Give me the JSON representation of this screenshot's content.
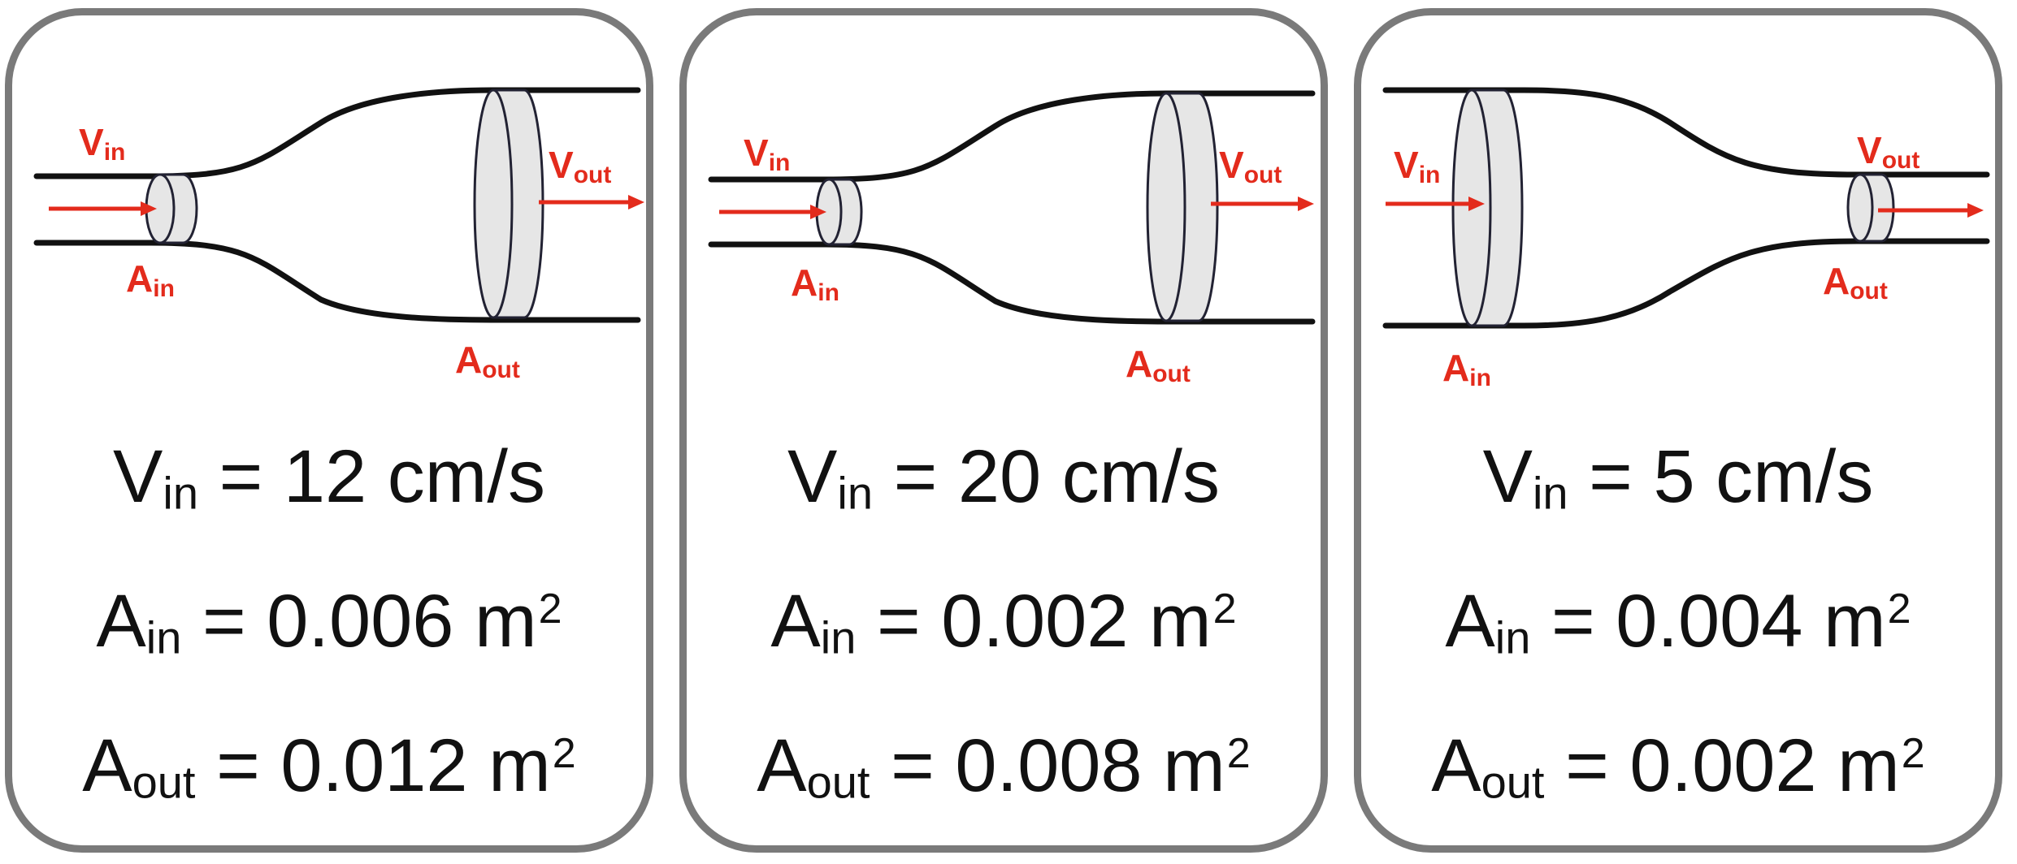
{
  "colors": {
    "label_red": "#e32b1c",
    "frame_gray": "#7a7a7a",
    "disc_fill": "#e6e6e6"
  },
  "labels": {
    "v": "V",
    "a": "A",
    "in": "in",
    "out": "out",
    "equals": "=",
    "sq": "2"
  },
  "panels": [
    {
      "v_in": "12",
      "v_unit": "cm/s",
      "a_in": "0.006",
      "a_out": "0.012",
      "a_unit": "m"
    },
    {
      "v_in": "20",
      "v_unit": "cm/s",
      "a_in": "0.002",
      "a_out": "0.008",
      "a_unit": "m"
    },
    {
      "v_in": "5",
      "v_unit": "cm/s",
      "a_in": "0.004",
      "a_out": "0.002",
      "a_unit": "m"
    }
  ]
}
